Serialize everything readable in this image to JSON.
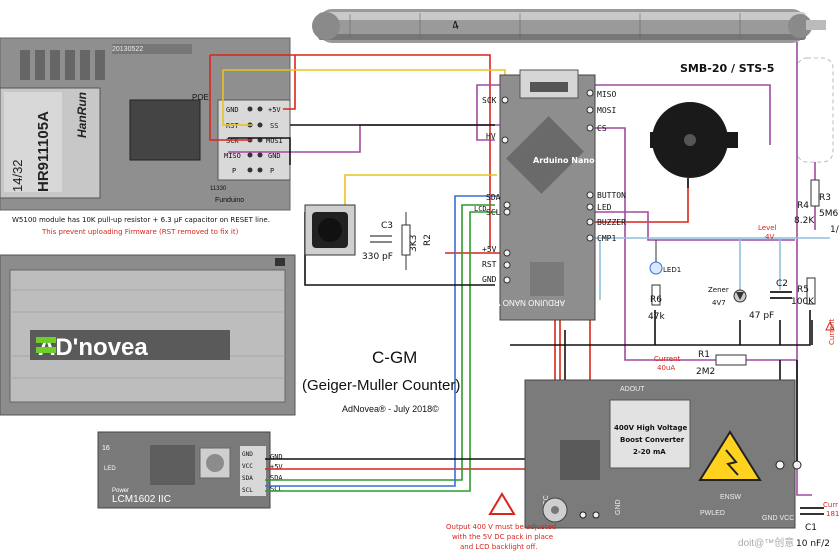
{
  "header": {
    "tube": "SMB-20 / STS-5"
  },
  "w5100": {
    "date": "20130522",
    "poe": "POE",
    "eth_brand": "HanRun",
    "eth_part": "HR911105A",
    "eth_code": "14/32",
    "bottom_code": "11330",
    "brand": "Funduino",
    "pins_left": [
      "GND",
      "RST",
      "SCK",
      "MISO",
      "P"
    ],
    "pins_right": [
      "+5V",
      "SS",
      "MOSI",
      "GND",
      "P"
    ],
    "note": "W5100 module has 10K pull-up resistor + 6.3 µF capacitor on RESET line.",
    "warning": "This prevent uploading Firmware (RST removed to fix it)"
  },
  "lcd": {
    "logo": "AD'novea",
    "pins": [
      "GND",
      "+5V",
      "SDA",
      "SCL"
    ],
    "pin_labels": [
      "GND",
      "VCC",
      "SDA",
      "SCL"
    ],
    "model": "LCM1602 IIC",
    "led_label": "LED",
    "power_label": "Power",
    "conn_number": "16"
  },
  "arduino": {
    "title": "Arduino Nano",
    "top_pins": [
      "MISO",
      "MOSI",
      "CS"
    ],
    "top_left_pins": [
      "SCK",
      "HV"
    ],
    "right_pins": [
      "BUTTON",
      "LED",
      "BUZZER",
      "CMP1"
    ],
    "left_pins": [
      "SDA",
      "SCL",
      "+5V",
      "RST",
      "GND"
    ],
    "silk": "ARDUINO NANO V3.0",
    "lcd_label": "LCD"
  },
  "components": {
    "c3_label": "C3",
    "c3_value": "330 pF",
    "r2_label": "R2",
    "r2_value": "3K3",
    "led1": "LED1",
    "r6_label": "R6",
    "r6_value": "47k",
    "zener": "Zener",
    "zener_value": "4V7",
    "c2_value": "47 pF",
    "c2_label": "C2",
    "r5_label": "R5",
    "r5_value": "100K",
    "r4_label": "R4",
    "r4_value": "8.2K",
    "r3_label": "R3",
    "r3_value": "5M6",
    "r3_extra": "1/",
    "level": "Level",
    "level_value": "4V",
    "current_label": "Current",
    "current_value": "40uA",
    "r1_label": "R1",
    "r1_value": "2M2",
    "c1_label": "C1",
    "c1_value": "10 nF/2",
    "right_cut1": "Current",
    "right_cut2": "Curr",
    "right_cut3": "181"
  },
  "booster": {
    "line1": "400V High Voltage",
    "line2": "Boost Converter",
    "line3": "2-20 mA",
    "ensw": "ENSW",
    "pwled": "PWLED",
    "gnd_vcc": "GND VCC",
    "vcc_in": "VCC",
    "gnd_in": "GND",
    "adout": "ADOUT",
    "gnd_right": "GND VCC"
  },
  "center": {
    "title": "C-GM",
    "subtitle": "(Geiger-Muller Counter)",
    "credit": "AdNovea® - July 2018©"
  },
  "output_note": [
    "Output 400 V must be adjusted",
    "with the 5V DC pack in place",
    "and LCD backlight off."
  ],
  "watermark": "doit@™创意",
  "colors": {
    "red": "#d9261c",
    "yellow": "#e8c321",
    "purple": "#a04a9e",
    "green": "#2d9c2d",
    "blue": "#3a6ed6",
    "lightblue": "#8fbfe0",
    "black": "#111111"
  }
}
